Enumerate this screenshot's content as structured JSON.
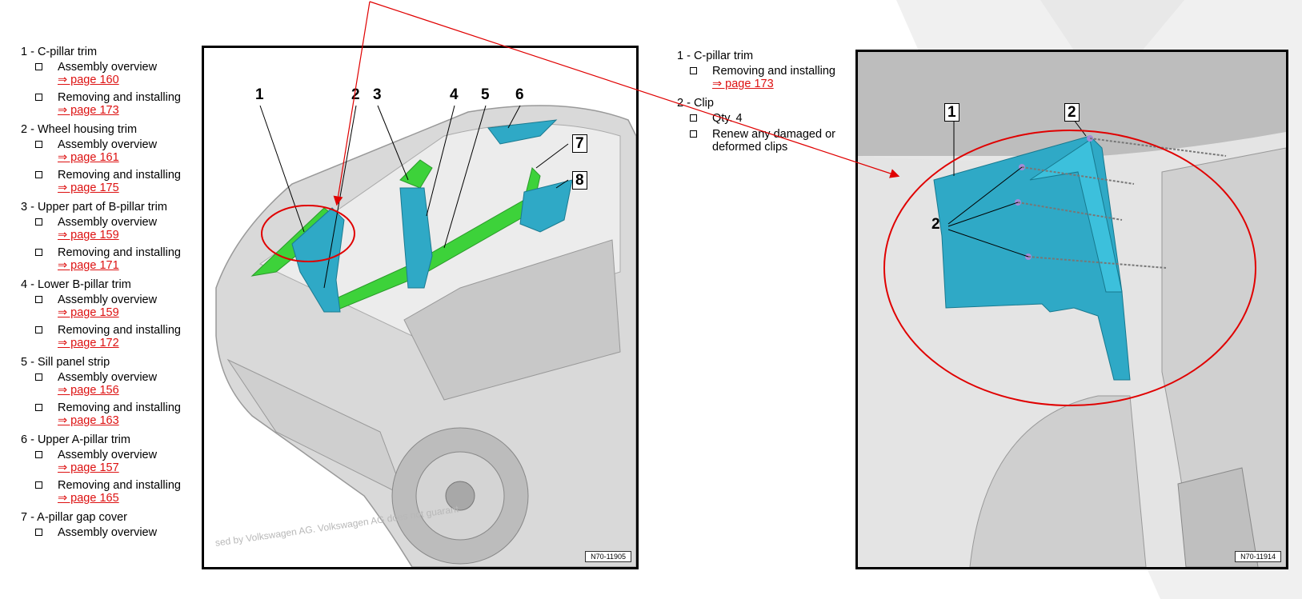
{
  "left_legend": [
    {
      "title": "1 - C-pillar trim",
      "bullets": [
        {
          "text": "Assembly overview",
          "link": "⇒ page 160"
        },
        {
          "text": "Removing and installing",
          "link": "⇒ page 173"
        }
      ]
    },
    {
      "title": "2 - Wheel housing trim",
      "bullets": [
        {
          "text": "Assembly overview",
          "link": "⇒ page 161"
        },
        {
          "text": "Removing and installing",
          "link": "⇒ page 175"
        }
      ]
    },
    {
      "title": "3 - Upper part of B-pillar trim",
      "bullets": [
        {
          "text": "Assembly overview",
          "link": "⇒ page 159"
        },
        {
          "text": "Removing and installing",
          "link": "⇒ page 171"
        }
      ]
    },
    {
      "title": "4 - Lower B-pillar trim",
      "bullets": [
        {
          "text": "Assembly overview",
          "link": "⇒ page 159"
        },
        {
          "text": "Removing and installing",
          "link": "⇒ page 172"
        }
      ]
    },
    {
      "title": "5 - Sill panel strip",
      "bullets": [
        {
          "text": "Assembly overview",
          "link": "⇒ page 156"
        },
        {
          "text": "Removing and installing",
          "link": "⇒ page 163"
        }
      ]
    },
    {
      "title": "6 - Upper A-pillar trim",
      "bullets": [
        {
          "text": "Assembly overview",
          "link": "⇒ page 157"
        },
        {
          "text": "Removing and installing",
          "link": "⇒ page 165"
        }
      ]
    },
    {
      "title": "7 - A-pillar gap cover",
      "bullets": [
        {
          "text": "Assembly overview",
          "link": ""
        }
      ]
    }
  ],
  "right_legend": [
    {
      "title": "1 - C-pillar trim",
      "bullets": [
        {
          "text": "Removing and installing",
          "link": "⇒ page 173"
        }
      ]
    },
    {
      "title": "2 - Clip",
      "bullets": [
        {
          "text": "Qty. 4",
          "link": ""
        },
        {
          "text": "Renew any damaged or deformed clips",
          "link": ""
        }
      ]
    }
  ],
  "left_figure": {
    "callouts": [
      "1",
      "2",
      "3",
      "4",
      "5",
      "6",
      "7",
      "8"
    ],
    "code": "N70-11905",
    "watermark": "sed by Volkswagen AG. Volkswagen AG does not guarant"
  },
  "right_figure": {
    "callouts": [
      "1",
      "2",
      "2"
    ],
    "code": "N70-11914"
  },
  "colors": {
    "trim_blue": "#2fa9c6",
    "trim_green": "#3dd23a",
    "link_red": "#dd1111",
    "circle_red": "#e00000"
  }
}
